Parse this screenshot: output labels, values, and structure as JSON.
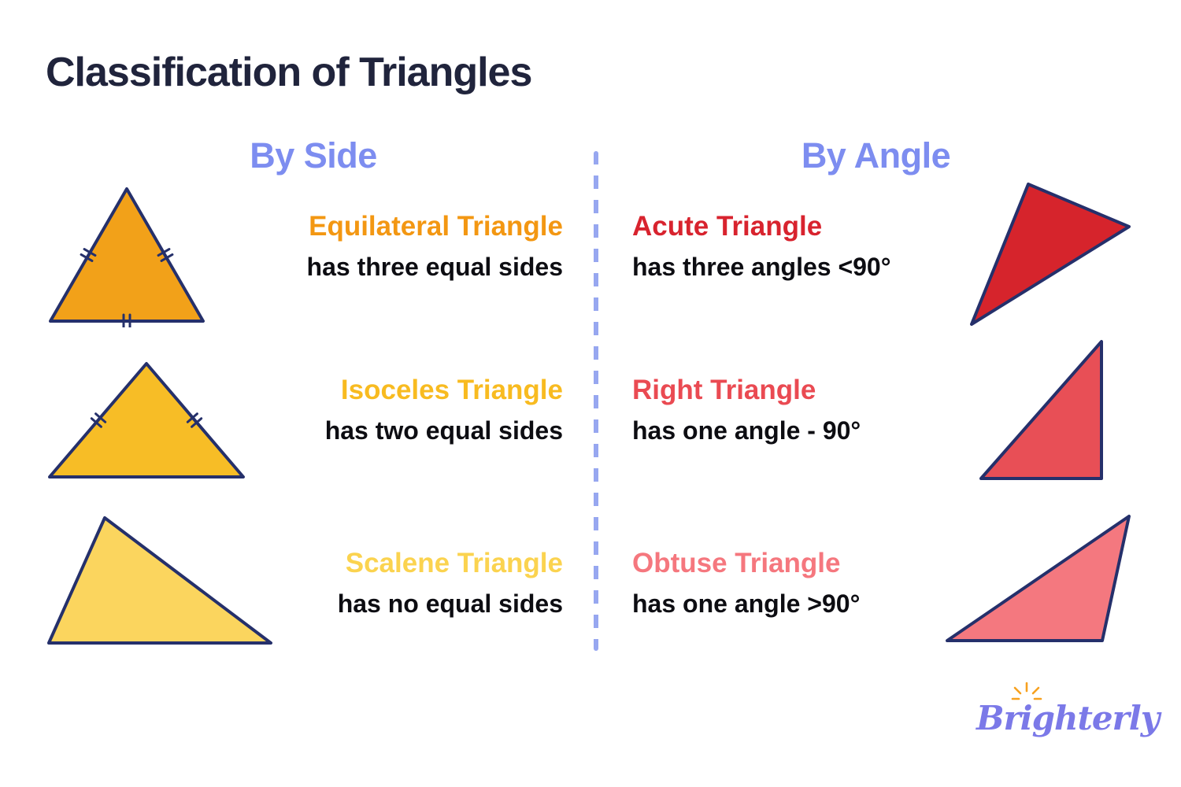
{
  "title": "Classification of Triangles",
  "columns": {
    "by_side": {
      "header": "By Side",
      "items": [
        {
          "name": "Equilateral Triangle",
          "desc": "has three equal sides"
        },
        {
          "name": "Isoceles Triangle",
          "desc": "has two equal sides"
        },
        {
          "name": "Scalene Triangle",
          "desc": "has no equal sides"
        }
      ]
    },
    "by_angle": {
      "header": "By Angle",
      "items": [
        {
          "name": "Acute Triangle",
          "desc": "has three angles <90°"
        },
        {
          "name": "Right Triangle",
          "desc": "has one angle - 90°"
        },
        {
          "name": "Obtuse Triangle",
          "desc": "has one angle >90°"
        }
      ]
    }
  },
  "colors": {
    "title": "#20243c",
    "column_header": "#7d8df0",
    "divider": "#97a7f0",
    "triangle_outline": "#25306b",
    "equilateral_fill": "#f2a119",
    "isoceles_fill": "#f7bd26",
    "scalene_fill": "#fbd55e",
    "acute_fill": "#d6242c",
    "right_fill": "#e84f56",
    "obtuse_fill": "#f4787f",
    "equilateral_label": "#f39712",
    "isoceles_label": "#f8bb20",
    "scalene_label": "#fbd34f",
    "acute_label": "#d8232e",
    "right_label": "#ea4a52",
    "obtuse_label": "#f5777e",
    "logo": "#7b79e8"
  },
  "logo": {
    "text": "Brighterly"
  }
}
